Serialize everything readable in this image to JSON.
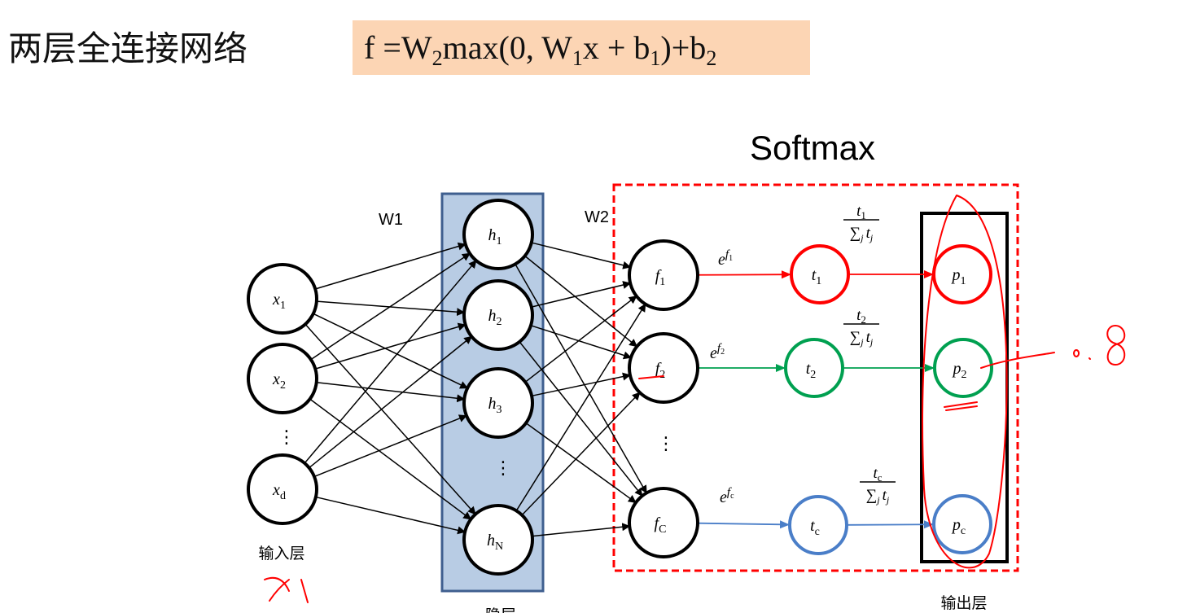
{
  "title": "两层全连接网络",
  "formula": {
    "f": "f",
    "eq": " =W",
    "s2": "2",
    "max": "max(0, W",
    "s1": "1",
    "xb": "x + b",
    "s1b": "1",
    "close": ")+b",
    "s2b": "2"
  },
  "softmax_title": "Softmax",
  "w1_label": "W1",
  "w2_label": "W2",
  "input_nodes": [
    {
      "base": "x",
      "sub": "1"
    },
    {
      "base": "x",
      "sub": "2"
    },
    {
      "base": "x",
      "sub": "d"
    }
  ],
  "hidden_nodes": [
    {
      "base": "h",
      "sub": "1"
    },
    {
      "base": "h",
      "sub": "2"
    },
    {
      "base": "h",
      "sub": "3"
    },
    {
      "base": "h",
      "sub": "N"
    }
  ],
  "score_nodes": [
    {
      "base": "f",
      "sub": "1"
    },
    {
      "base": "f",
      "sub": "2"
    },
    {
      "base": "f",
      "sub": "C"
    }
  ],
  "exp_nodes": [
    {
      "base": "t",
      "sub": "1"
    },
    {
      "base": "t",
      "sub": "2"
    },
    {
      "base": "t",
      "sub": "c"
    }
  ],
  "prob_nodes": [
    {
      "base": "p",
      "sub": "1"
    },
    {
      "base": "p",
      "sub": "2"
    },
    {
      "base": "p",
      "sub": "c"
    }
  ],
  "exp_labels": [
    {
      "base": "e",
      "sup": "f",
      "supsub": "1"
    },
    {
      "base": "e",
      "sup": "f",
      "supsub": "2"
    },
    {
      "base": "e",
      "sup": "f",
      "supsub": "c"
    }
  ],
  "fractions": [
    {
      "num": "t",
      "numsub": "1",
      "den": "∑",
      "densub": "j",
      "dent": "t",
      "dentsub": "j"
    },
    {
      "num": "t",
      "numsub": "2",
      "den": "∑",
      "densub": "j",
      "dent": "t",
      "dentsub": "j"
    },
    {
      "num": "t",
      "numsub": "c",
      "den": "∑",
      "densub": "j",
      "dent": "t",
      "dentsub": "j"
    }
  ],
  "ellipsis": "⋮",
  "input_layer_label": "输入层",
  "hidden_layer_label": "隐层",
  "output_layer_label": "输出层",
  "colors": {
    "row1": "#ff0000",
    "row2": "#00a050",
    "row3": "#4a7ec8",
    "hidden_box_fill": "#b8cce4",
    "hidden_box_stroke": "#3f5f8f",
    "formula_bg": "#fcd5b4",
    "annotation": "#ff0000"
  }
}
